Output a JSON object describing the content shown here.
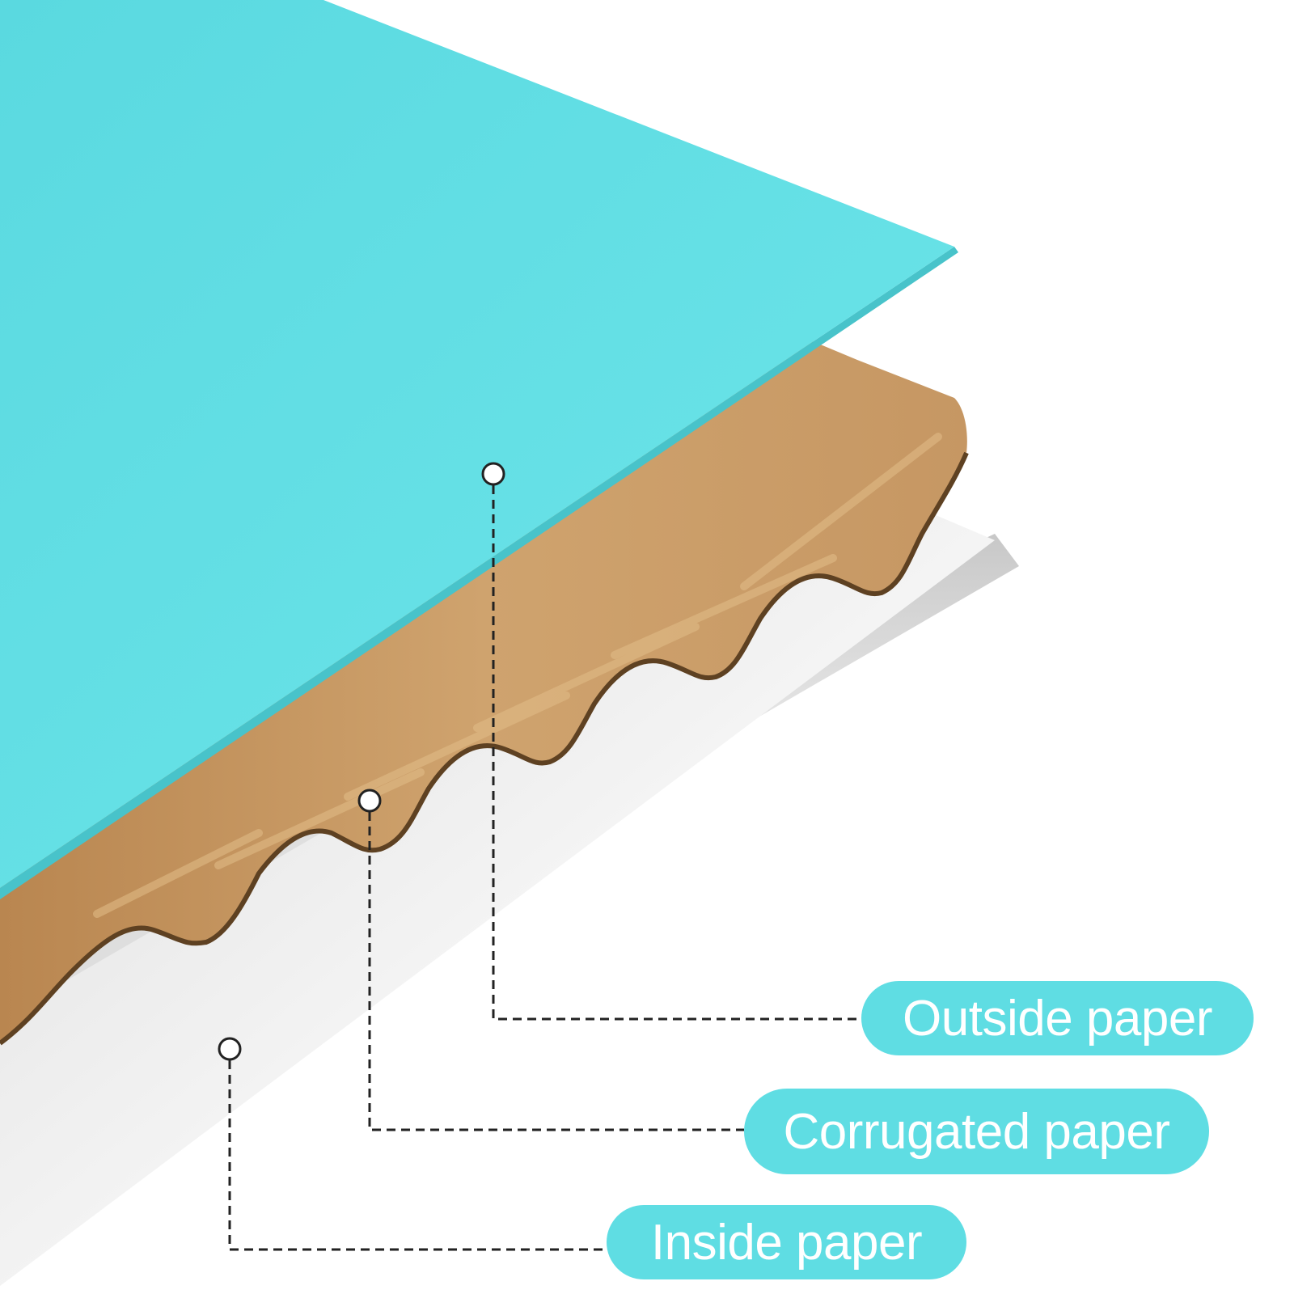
{
  "colors": {
    "outside_paper": "#63e0e6",
    "corrugated_paper": "#c99a64",
    "corrugated_shadow": "#6b4a28",
    "inside_paper": "#f7f7f7",
    "label_pill": "#5fdde3",
    "label_text": "#ffffff",
    "leader_line": "#222222"
  },
  "labels": {
    "outside": "Outside paper",
    "corrugated": "Corrugated paper",
    "inside": "Inside paper"
  },
  "icons": {
    "marker": "circle-marker-icon"
  }
}
